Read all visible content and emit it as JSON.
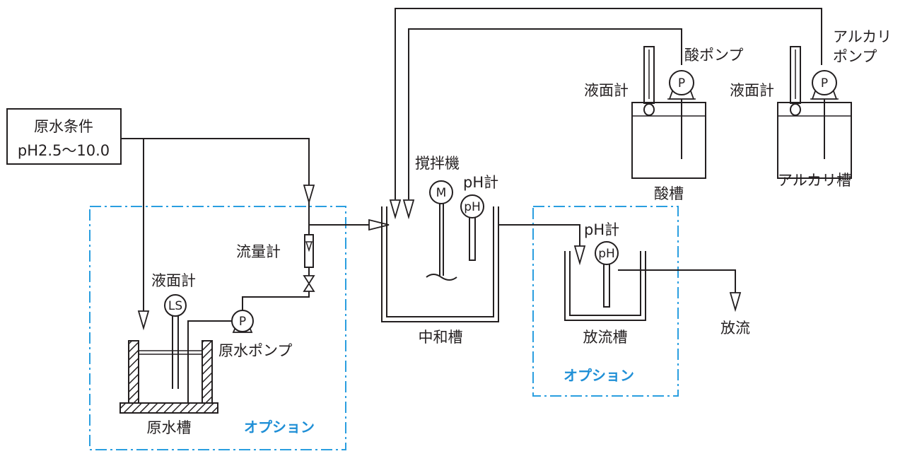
{
  "labels": {
    "raw_water_condition_line1": "原水条件",
    "raw_water_condition_line2": "pH2.5～10.0",
    "flow_meter": "流量計",
    "level_meter_raw": "液面計",
    "level_switch": "LS",
    "pump_symbol": "P",
    "raw_water_pump": "原水ポンプ",
    "raw_water_tank": "原水槽",
    "option": "オプション",
    "mixer": "撹拌機",
    "motor_symbol": "M",
    "ph_meter": "pH計",
    "ph_symbol": "pH",
    "neutralization_tank": "中和槽",
    "discharge_tank": "放流槽",
    "discharge": "放流",
    "acid_pump": "酸ポンプ",
    "acid_tank": "酸槽",
    "level_meter_acid": "液面計",
    "alkali_pump_line1": "アルカリ",
    "alkali_pump_line2": "ポンプ",
    "alkali_tank": "アルカリ槽",
    "level_meter_alkali": "液面計"
  }
}
